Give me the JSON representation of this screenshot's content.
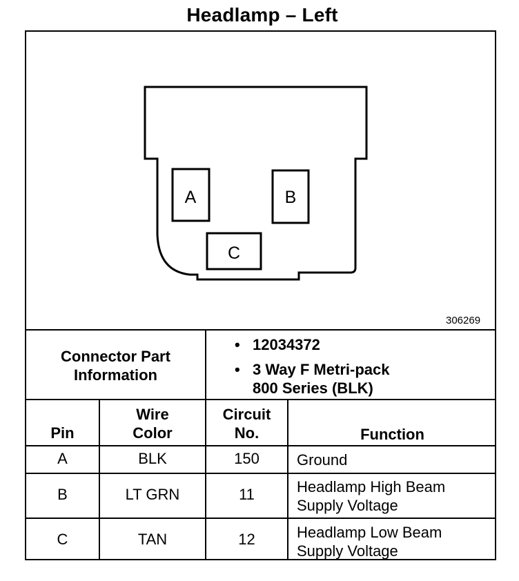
{
  "title": "Headlamp – Left",
  "figure_id": "306269",
  "connector": {
    "pins": [
      "A",
      "B",
      "C"
    ]
  },
  "connector_info": {
    "label_line1": "Connector Part",
    "label_line2": "Information",
    "bullet": "•",
    "part_number": "12034372",
    "description_line1": "3 Way F Metri-pack",
    "description_line2": "800 Series (BLK)"
  },
  "table": {
    "headers": {
      "pin": "Pin",
      "wire_color_1": "Wire",
      "wire_color_2": "Color",
      "circuit_1": "Circuit",
      "circuit_2": "No.",
      "function": "Function"
    },
    "rows": [
      {
        "pin": "A",
        "wire_color": "BLK",
        "circuit": "150",
        "function_1": "Ground",
        "function_2": ""
      },
      {
        "pin": "B",
        "wire_color": "LT GRN",
        "circuit": "11",
        "function_1": "Headlamp High Beam",
        "function_2": "Supply Voltage"
      },
      {
        "pin": "C",
        "wire_color": "TAN",
        "circuit": "12",
        "function_1": "Headlamp Low Beam",
        "function_2": "Supply Voltage"
      }
    ]
  }
}
